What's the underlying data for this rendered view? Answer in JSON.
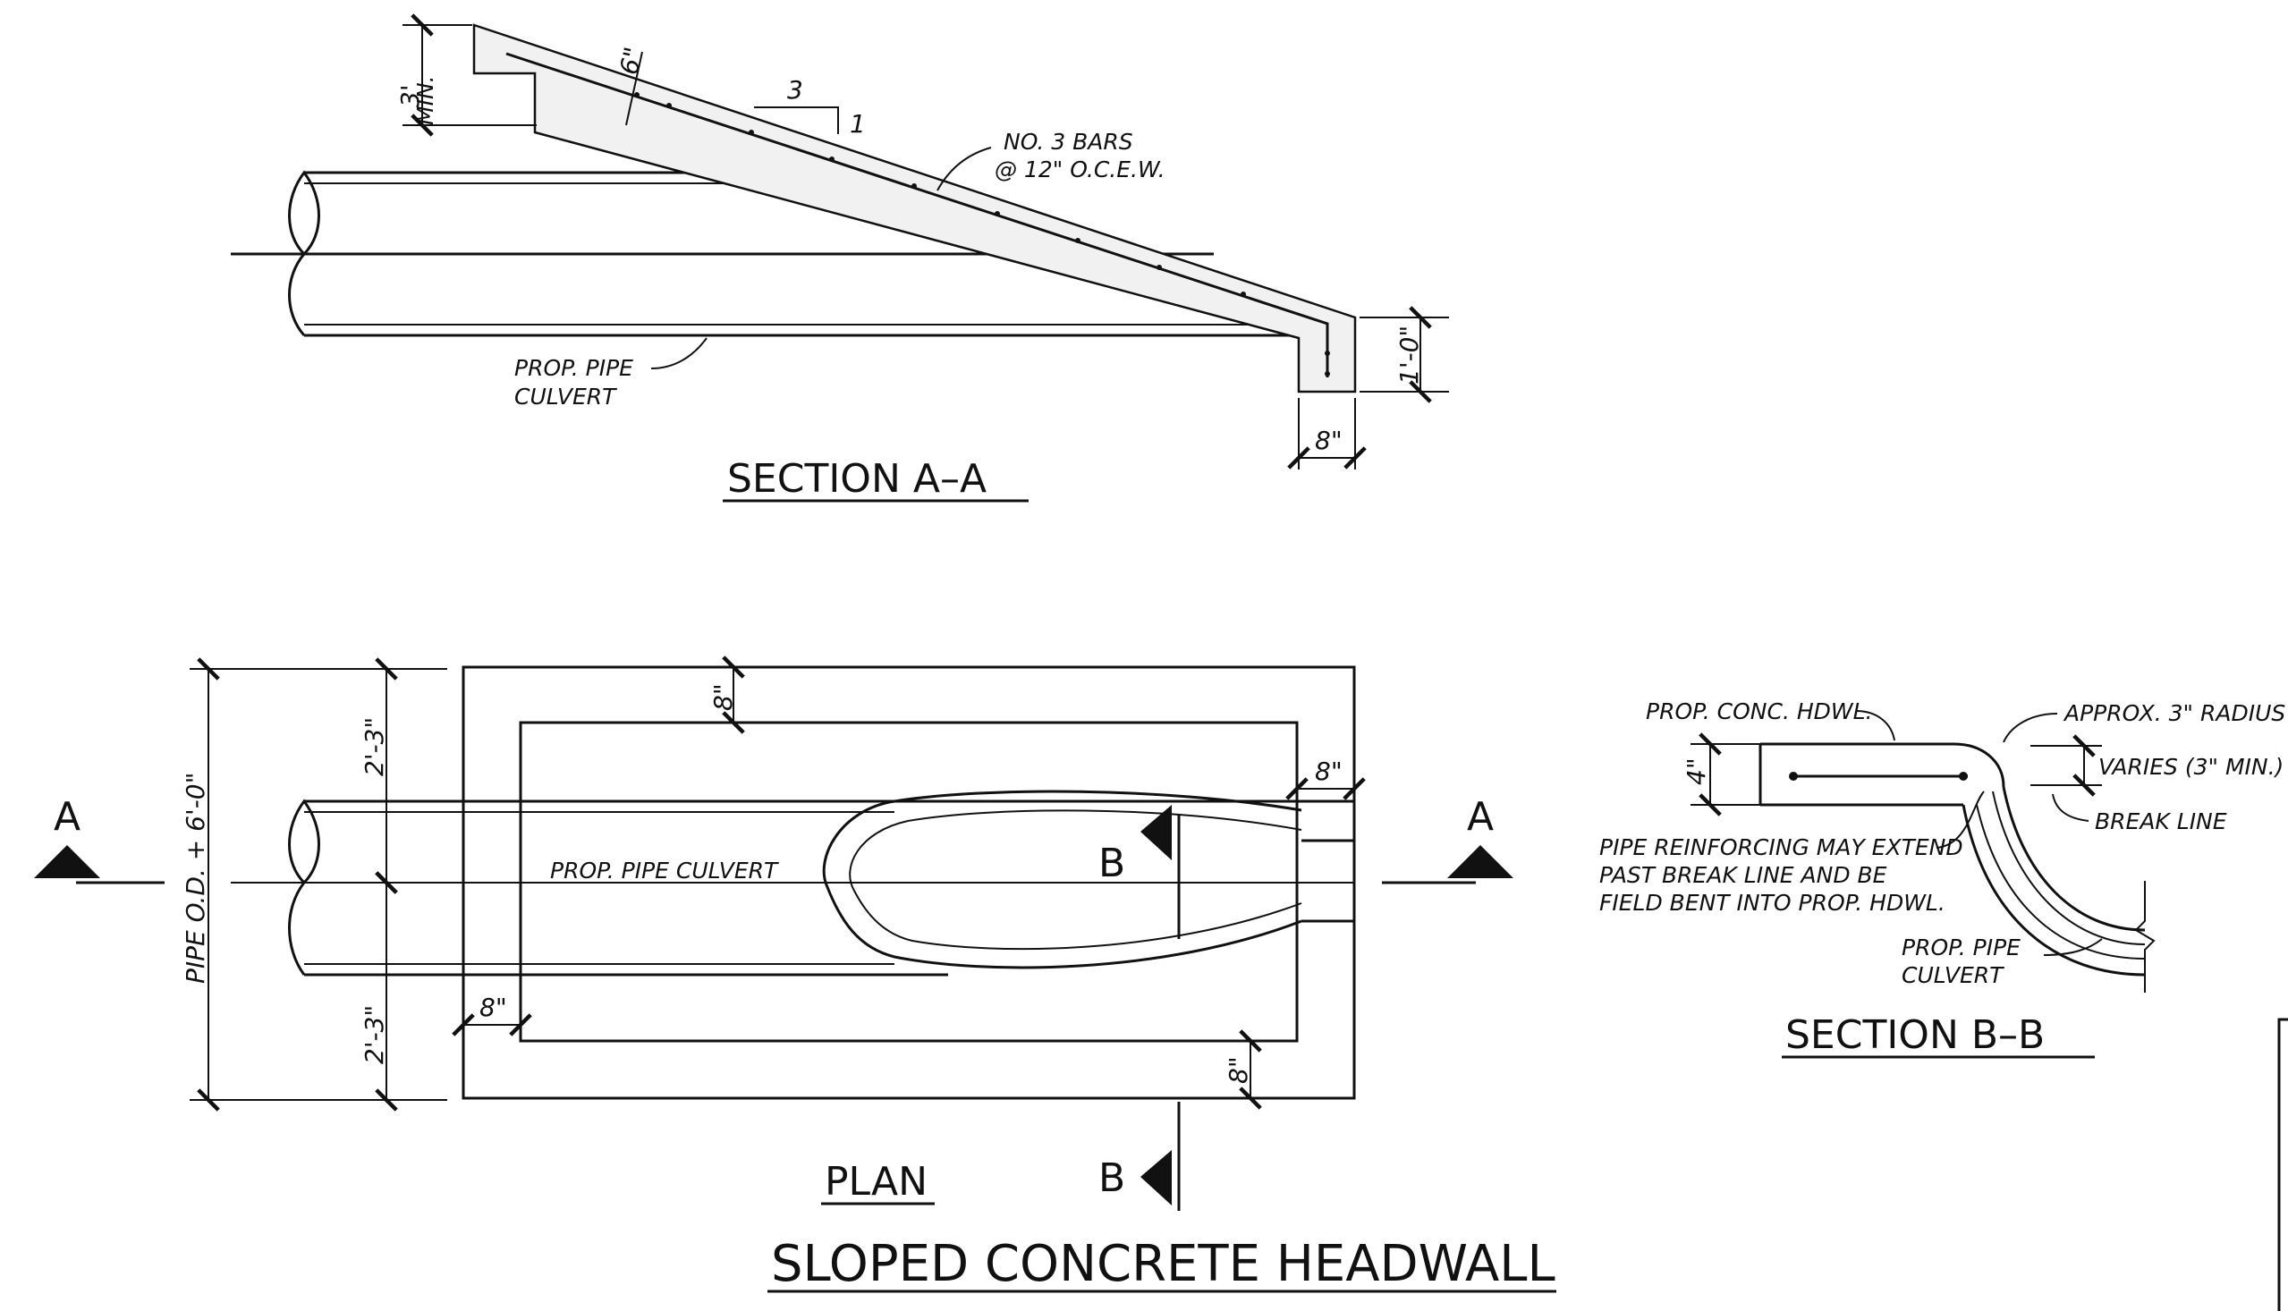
{
  "drawing": {
    "title": "SLOPED CONCRETE HEADWALL",
    "colors": {
      "ink": "#111111",
      "paper": "#ffffff",
      "concrete_hatch": "#f1f1f1"
    }
  },
  "section_aa": {
    "title": "SECTION A–A",
    "dim_height": "3'",
    "dim_height_min": "MIN.",
    "dim_thickness": "6\"",
    "slope_run": "3",
    "slope_rise": "1",
    "rebar_line1": "NO. 3 BARS",
    "rebar_line2": "@ 12\" O.C.E.W.",
    "pipe_line1": "PROP. PIPE",
    "pipe_line2": "CULVERT",
    "dim_toe_height": "1'-0\"",
    "dim_toe_width": "8\""
  },
  "plan": {
    "title": "PLAN",
    "dim_overall": "PIPE O.D. + 6'-0\"",
    "dim_upper": "2'-3\"",
    "dim_lower": "2'-3\"",
    "dim_top": "8\"",
    "dim_right": "8\"",
    "dim_left": "8\"",
    "dim_bottom": "8\"",
    "pipe_label": "PROP. PIPE CULVERT",
    "cut_a_left": "A",
    "cut_a_right": "A",
    "cut_b_top": "B",
    "cut_b_bottom": "B"
  },
  "section_bb": {
    "title": "SECTION B–B",
    "hdwl_label": "PROP. CONC. HDWL.",
    "radius_label": "APPROX. 3\" RADIUS",
    "dim_thickness": "4\"",
    "varies_label": "VARIES (3\" MIN.)",
    "break_label": "BREAK LINE",
    "reinf_line1": "PIPE REINFORCING MAY EXTEND",
    "reinf_line2": "PAST BREAK LINE AND BE",
    "reinf_line3": "FIELD BENT INTO PROP. HDWL.",
    "pipe_line1": "PROP. PIPE",
    "pipe_line2": "CULVERT"
  }
}
